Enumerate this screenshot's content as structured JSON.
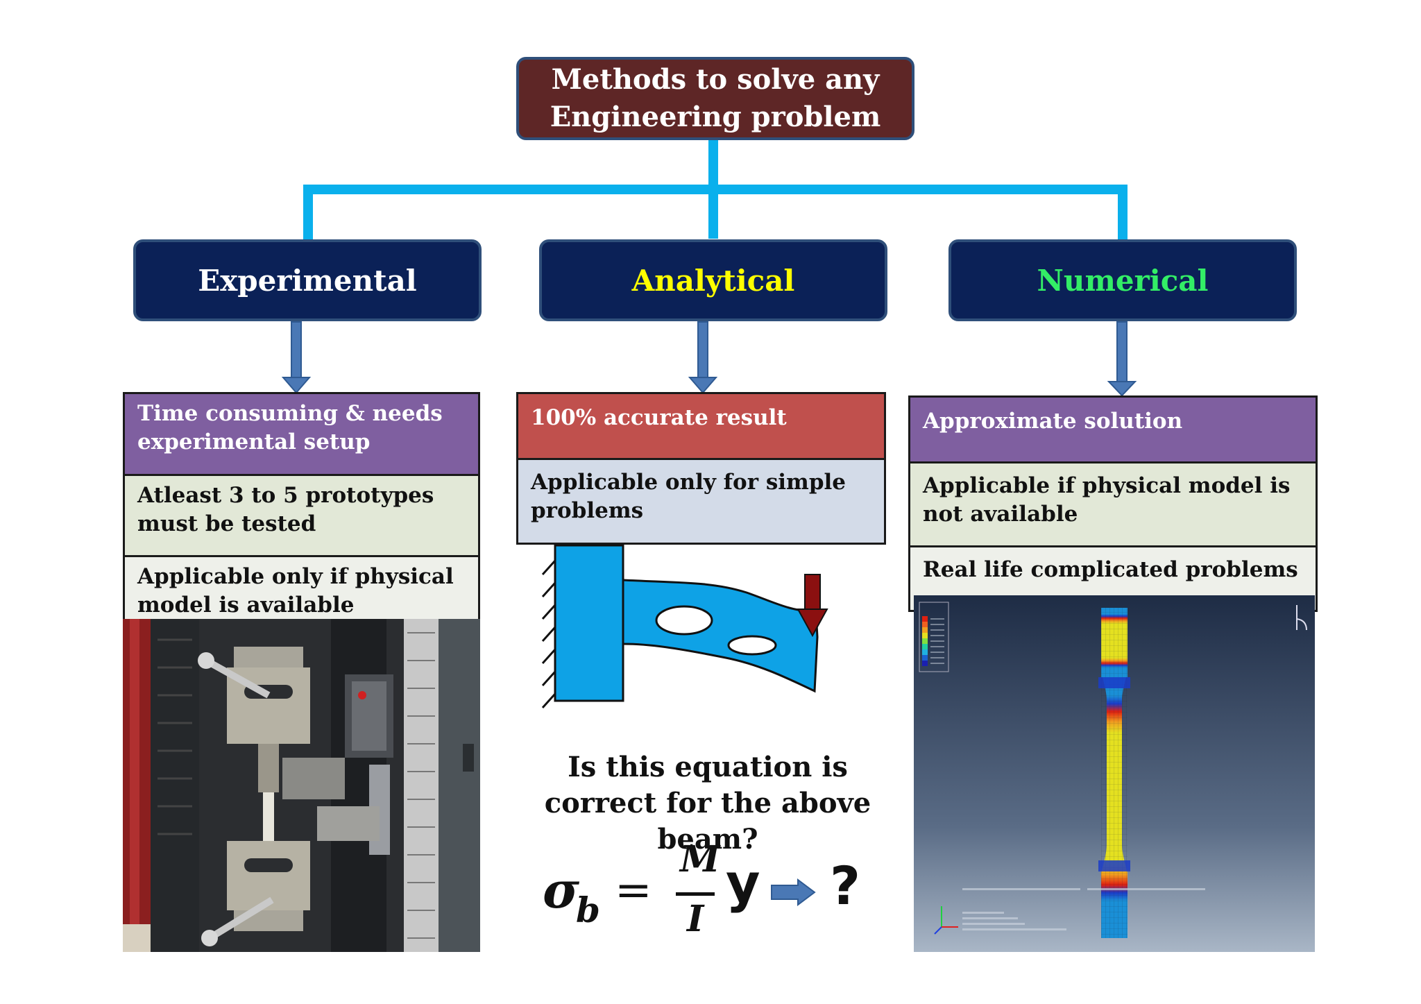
{
  "root": {
    "line1": "Methods to solve any",
    "line2": "Engineering problem"
  },
  "methods": [
    {
      "label": "Experimental",
      "color": "#ffffff"
    },
    {
      "label": "Analytical",
      "color": "#ffff00"
    },
    {
      "label": "Numerical",
      "color": "#33ee66"
    }
  ],
  "experimental": {
    "rows": [
      "Time consuming & needs experimental setup",
      "Atleast 3 to 5 prototypes must be tested",
      "Applicable only if physical model is available"
    ]
  },
  "analytical": {
    "rows": [
      "100% accurate result",
      "Applicable only for simple problems"
    ],
    "question": "Is this equation is correct for the above beam?",
    "equation": {
      "lhs": "σ",
      "sub": "b",
      "eq": "=",
      "num": "M",
      "den": "I",
      "y": "y",
      "result": "?"
    }
  },
  "numerical": {
    "rows": [
      "Approximate solution",
      "Applicable if physical model is not available",
      "Real life complicated problems"
    ]
  },
  "colors": {
    "connector": "#0ab0ec",
    "arrow": "#4a78b5",
    "header_purple": "#7f5fa0",
    "header_red": "#c0504d",
    "row_green": "#e2e8d7",
    "row_light": "#eef0ea",
    "row_blue": "#d3dbe8",
    "beam": "#0ea2e6",
    "load": "#8b1010"
  }
}
